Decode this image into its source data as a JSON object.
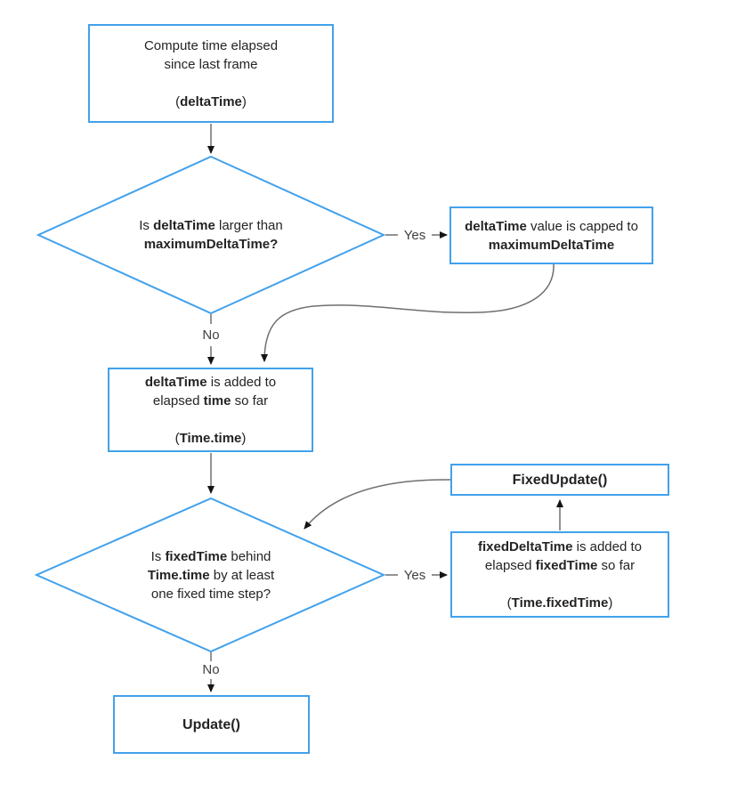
{
  "title": "Unity time flowchart",
  "colors": {
    "node_border": "#42a1ec",
    "connector": "#6e6f71",
    "arrowhead": "#141414",
    "text": "#242424",
    "label_text": "#414141",
    "background": "#ffffff"
  },
  "nodes": {
    "compute": {
      "lines": [
        [
          {
            "t": "Compute time elapsed"
          }
        ],
        [
          {
            "t": "since last frame"
          }
        ],
        [],
        [
          {
            "t": "("
          },
          {
            "t": "deltaTime",
            "b": true
          },
          {
            "t": ")"
          }
        ]
      ]
    },
    "check_max": {
      "lines": [
        [
          {
            "t": "Is "
          },
          {
            "t": "deltaTime",
            "b": true
          },
          {
            "t": " larger than"
          }
        ],
        [
          {
            "t": "maximumDeltaTime?",
            "b": true
          }
        ]
      ]
    },
    "cap": {
      "lines": [
        [
          {
            "t": "deltaTime",
            "b": true
          },
          {
            "t": " value is capped to"
          }
        ],
        [
          {
            "t": "maximumDeltaTime",
            "b": true
          }
        ]
      ]
    },
    "add_time": {
      "lines": [
        [
          {
            "t": "deltaTime",
            "b": true
          },
          {
            "t": " is added to"
          }
        ],
        [
          {
            "t": "elapsed "
          },
          {
            "t": "time",
            "b": true
          },
          {
            "t": " so far"
          }
        ],
        [],
        [
          {
            "t": "("
          },
          {
            "t": "Time.time",
            "b": true
          },
          {
            "t": ")"
          }
        ]
      ]
    },
    "fixed_update": {
      "lines": [
        [
          {
            "t": "FixedUpdate()",
            "b": true
          }
        ]
      ]
    },
    "check_fixed": {
      "lines": [
        [
          {
            "t": "Is "
          },
          {
            "t": "fixedTime",
            "b": true
          },
          {
            "t": " behind"
          }
        ],
        [
          {
            "t": "Time.time",
            "b": true
          },
          {
            "t": " by at least"
          }
        ],
        [
          {
            "t": "one fixed time step?"
          }
        ]
      ]
    },
    "add_fixed_time": {
      "lines": [
        [
          {
            "t": "fixedDeltaTime",
            "b": true
          },
          {
            "t": " is added to"
          }
        ],
        [
          {
            "t": "elapsed "
          },
          {
            "t": "fixedTime",
            "b": true
          },
          {
            "t": " so far"
          }
        ],
        [],
        [
          {
            "t": "("
          },
          {
            "t": "Time.fixedTime",
            "b": true
          },
          {
            "t": ")"
          }
        ]
      ]
    },
    "update": {
      "lines": [
        [
          {
            "t": "Update()",
            "b": true
          }
        ]
      ]
    }
  },
  "edge_labels": {
    "yes_cap": "Yes",
    "no_add": "No",
    "yes_fixed": "Yes",
    "no_update": "No"
  }
}
